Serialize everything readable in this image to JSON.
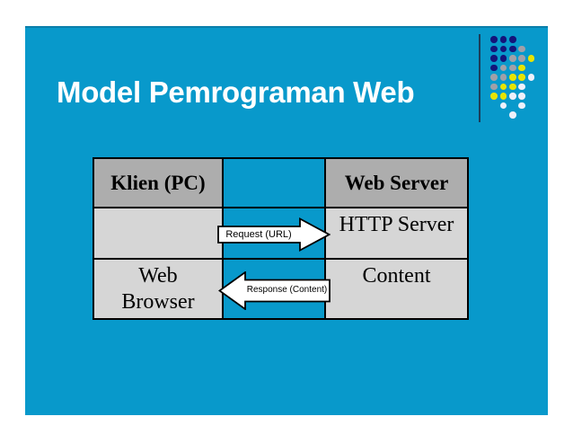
{
  "slide": {
    "title": "Model Pemrograman Web"
  },
  "table": {
    "header": {
      "left": "Klien (PC)",
      "middle": "",
      "right": "Web Server"
    },
    "rows": {
      "request": {
        "left": "",
        "right": "HTTP Server"
      },
      "response": {
        "left": "Web\nBrowser",
        "right": "Content"
      }
    },
    "arrows": {
      "request": {
        "direction": "right",
        "label": "Request (URL)"
      },
      "response": {
        "direction": "left",
        "label": "Response (Content)"
      }
    }
  },
  "colors": {
    "background": "#0899cb",
    "slide_top_edge": "#0b7fab",
    "title_text": "#ffffff",
    "header_fill": "#adadad",
    "cell_fill": "#d6d6d6",
    "border": "#000000",
    "arrow_fill": "#ffffff",
    "arrow_stroke": "#000000",
    "divider": "#1c3d5a"
  },
  "decor": {
    "dots": {
      "pattern": [
        "NNN..",
        "NNNG.",
        "NNGGY",
        "NGGY.",
        "GGYYW",
        "GYYW.",
        "YYWW.",
        ".W.W.",
        "..W.."
      ],
      "colors": {
        "N": "#14147a",
        "G": "#a0a0a8",
        "Y": "#e8e400",
        "W": "#eef0fa"
      }
    }
  }
}
